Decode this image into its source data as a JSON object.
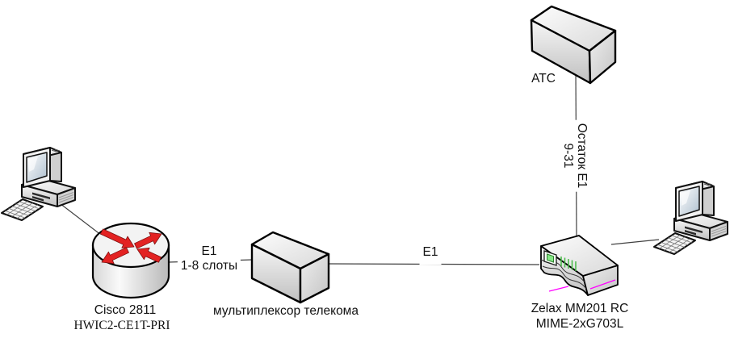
{
  "diagram": {
    "nodes": {
      "router": {
        "label": "Cisco 2811",
        "sublabel": "HWIC2-CE1T-PRI"
      },
      "multiplexer": {
        "label": "мультиплексор телекома"
      },
      "zelax": {
        "label": "Zelax MM201 RC",
        "sublabel": "MIME-2xG703L"
      },
      "atc": {
        "label": "АТС"
      }
    },
    "links": {
      "router_to_multiplexer": {
        "label": "E1",
        "sublabel": "1-8 слоты"
      },
      "multiplexer_to_zelax": {
        "label": "E1"
      },
      "atc_to_zelax": {
        "label": "Остаток E1",
        "sublabel": "9-31"
      }
    },
    "colors": {
      "line": "#404040",
      "arrow_red": "#e32222",
      "led_green": "#86e886",
      "tick_green": "#44b944",
      "accent_magenta": "#ff00ff"
    }
  }
}
